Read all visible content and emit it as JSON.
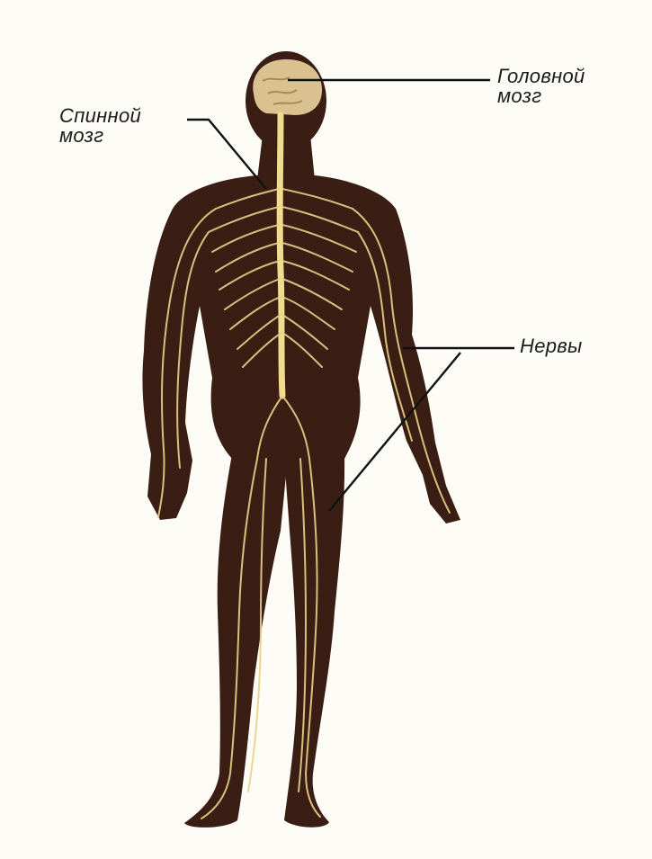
{
  "labels": {
    "brain": {
      "line1": "Головной",
      "line2": "мозг"
    },
    "spinal_cord": {
      "line1": "Спинной",
      "line2": "мозг"
    },
    "nerves": "Нервы"
  },
  "colors": {
    "background": "#fdfcf7",
    "body": "#3a1e14",
    "nerve": "#e8d28a",
    "brain": "#d9c190",
    "leader_line": "#111111"
  }
}
